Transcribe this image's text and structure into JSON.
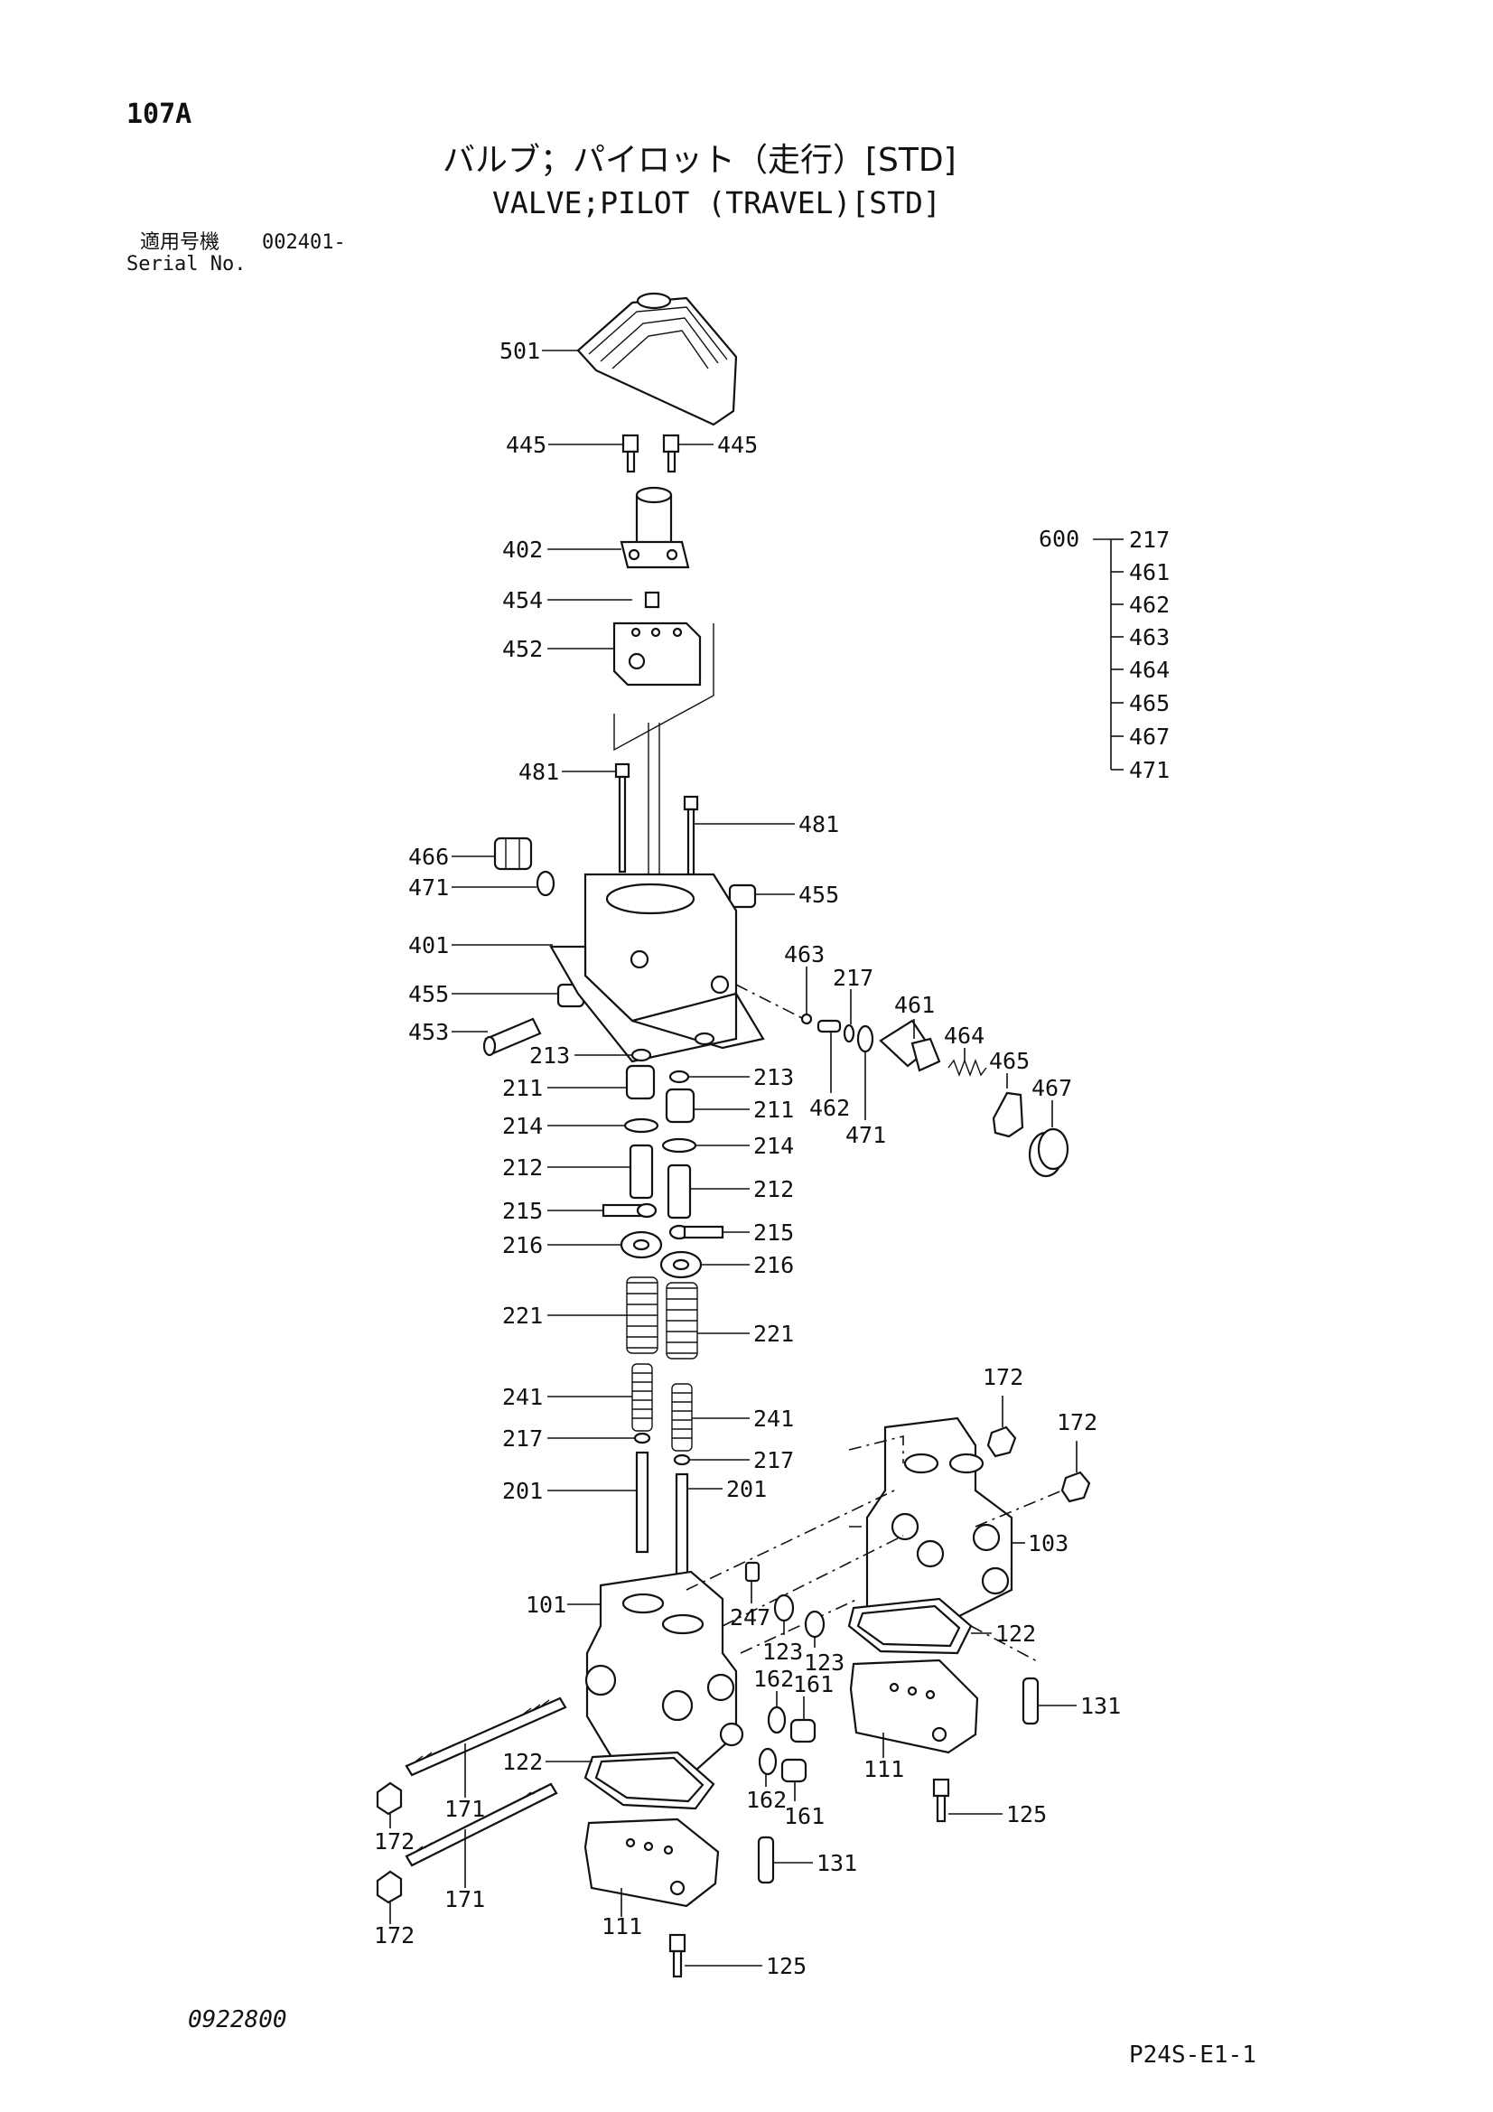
{
  "header": {
    "page_number": "107A",
    "title_jp": "バルブ；パイロット（走行）[STD]",
    "title_en": "VALVE;PILOT (TRAVEL)[STD]",
    "serial_label_jp": "適用号機",
    "serial_label_en": "Serial No.",
    "serial_value": "002401-"
  },
  "footer": {
    "doc_number": "0922800",
    "sheet_code": "P24S-E1-1"
  },
  "kit": {
    "number": "600",
    "members": [
      "217",
      "461",
      "462",
      "463",
      "464",
      "465",
      "467",
      "471"
    ]
  },
  "callouts": {
    "c501": "501",
    "c445a": "445",
    "c445b": "445",
    "c402": "402",
    "c454": "454",
    "c452": "452",
    "c481a": "481",
    "c481b": "481",
    "c466": "466",
    "c471a": "471",
    "c455a": "455",
    "c401": "401",
    "c455b": "455",
    "c453": "453",
    "c463": "463",
    "c217a": "217",
    "c461": "461",
    "c464": "464",
    "c465": "465",
    "c467": "467",
    "c462": "462",
    "c471b": "471",
    "c213a": "213",
    "c213b": "213",
    "c211a": "211",
    "c211b": "211",
    "c214a": "214",
    "c214b": "214",
    "c212a": "212",
    "c212b": "212",
    "c215a": "215",
    "c215b": "215",
    "c216a": "216",
    "c216b": "216",
    "c221a": "221",
    "c221b": "221",
    "c241a": "241",
    "c241b": "241",
    "c217b": "217",
    "c217c": "217",
    "c201a": "201",
    "c201b": "201",
    "c172a": "172",
    "c172b": "172",
    "c103": "103",
    "c101": "101",
    "c247": "247",
    "c123a": "123",
    "c123b": "123",
    "c122a": "122",
    "c131a": "131",
    "c162a": "162",
    "c161a": "161",
    "c111a": "111",
    "c125a": "125",
    "c122b": "122",
    "c171a": "171",
    "c162b": "162",
    "c161b": "161",
    "c172c": "172",
    "c171b": "171",
    "c131b": "131",
    "c111b": "111",
    "c172d": "172",
    "c125b": "125"
  }
}
